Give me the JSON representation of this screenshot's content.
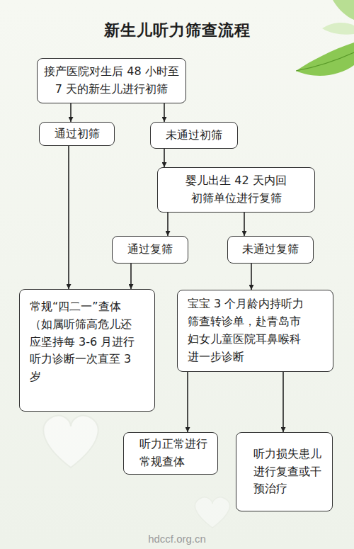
{
  "diagram": {
    "title": "新生儿听力筛查流程",
    "nodes": [
      {
        "text": [
          "接产医院对生后 48 小时至 7 天的新生儿进行初筛"
        ]
      },
      {
        "text": [
          "通过初筛"
        ]
      },
      {
        "text": [
          "未通过初筛"
        ]
      },
      {
        "text": [
          "婴儿出生 42 天内回 初筛单位进行复筛"
        ]
      },
      {
        "text": [
          "通过复筛"
        ]
      },
      {
        "text": [
          "未通过复筛"
        ]
      },
      {
        "text": [
          "常规“四二一”查体 （如属听筛高危儿还 应坚持每 3-6 月进行 听力诊断一次直至 3 岁"
        ]
      },
      {
        "text": [
          "宝宝 3 个月龄内持听力 筛查转诊单，赴青岛市 妇女儿童医院耳鼻喉科 进一步诊断"
        ]
      },
      {
        "text": [
          "听力正常进行 常规查体"
        ]
      },
      {
        "text": [
          "听力损失患儿 进行复查或干 预治疗"
        ]
      }
    ],
    "edges": [
      {
        "from": 0,
        "to": 1,
        "arrow": "to"
      },
      {
        "from": 0,
        "to": 2,
        "arrow": "to"
      },
      {
        "from": 1,
        "to": 6,
        "arrow": "to"
      },
      {
        "from": 2,
        "to": 3,
        "arrow": "to"
      },
      {
        "from": 3,
        "to": 4,
        "arrow": "to"
      },
      {
        "from": 3,
        "to": 5,
        "arrow": "to"
      },
      {
        "from": 4,
        "to": 6,
        "arrow": "to"
      },
      {
        "from": 5,
        "to": 7,
        "arrow": "to"
      },
      {
        "from": 7,
        "to": 8,
        "arrow": "to"
      },
      {
        "from": 7,
        "to": 9,
        "arrow": "to"
      }
    ],
    "labels": [
      "hdccf.org.cn"
    ]
  }
}
